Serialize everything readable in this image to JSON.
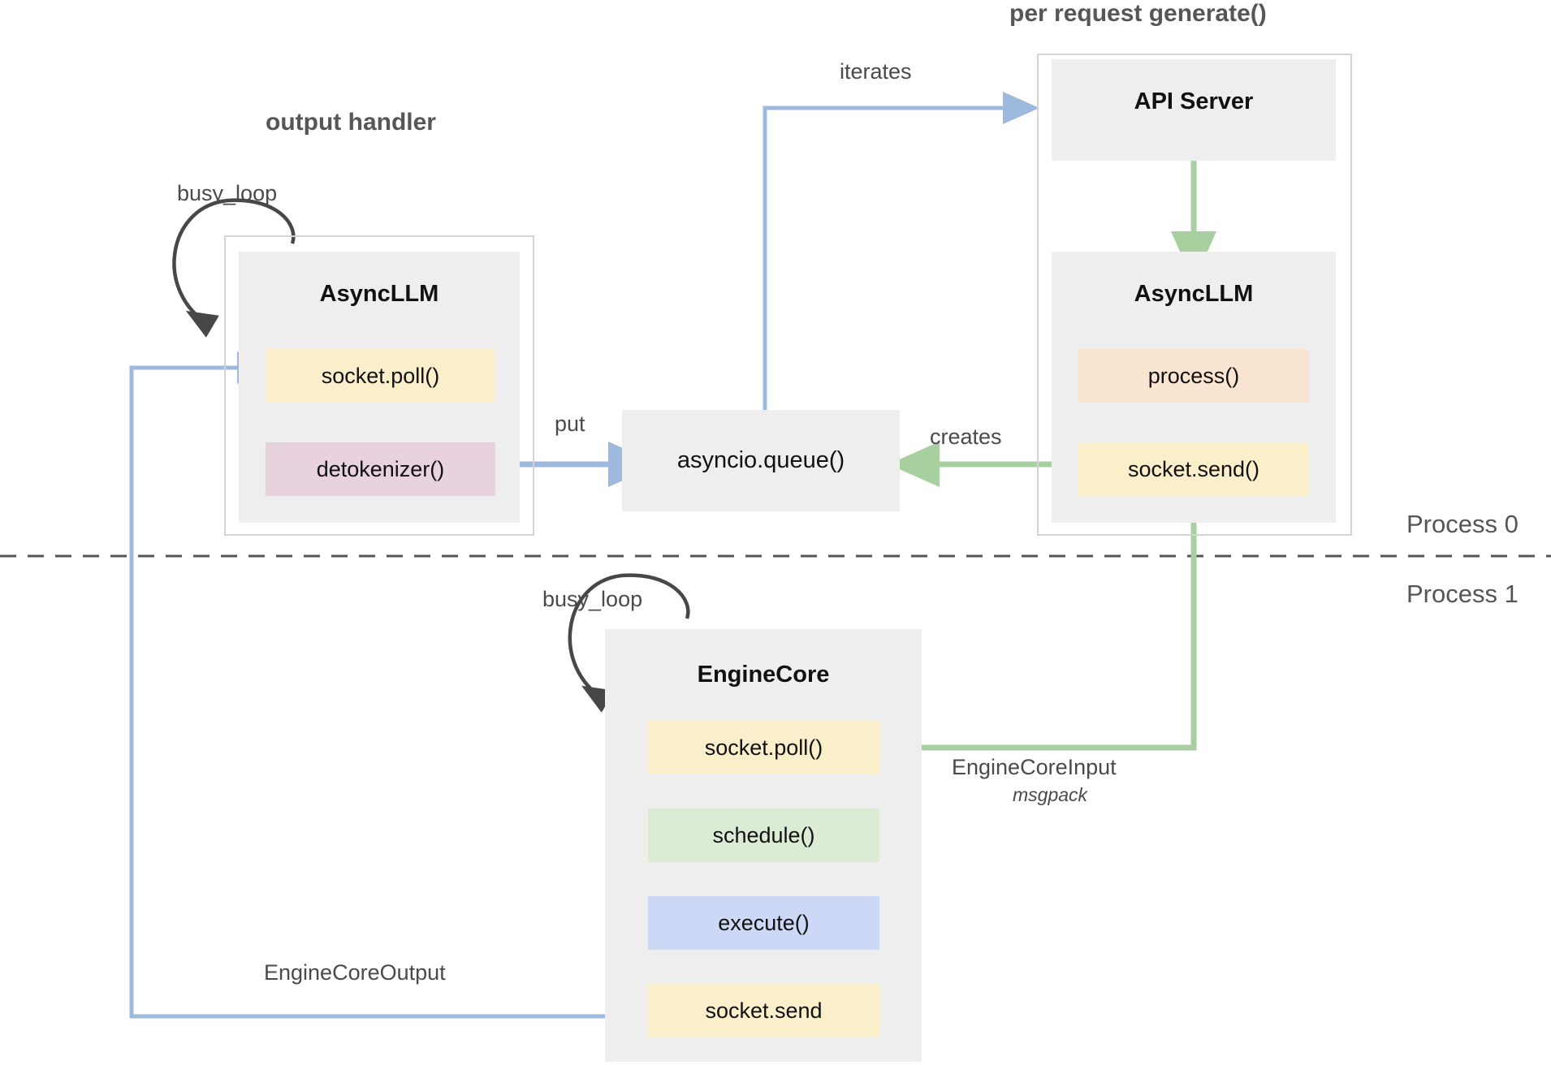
{
  "diagram": {
    "title_groups": {
      "output_handler": "output handler",
      "per_request": "per request generate()"
    },
    "process_labels": {
      "top": "Process 0",
      "bottom": "Process 1"
    },
    "components": {
      "async_llm_left": {
        "title": "AsyncLLM",
        "rows": [
          {
            "label": "socket.poll()",
            "color": "#faeecb"
          },
          {
            "label": "detokenizer()",
            "color": "#e8d2dd"
          }
        ]
      },
      "api_server": {
        "title": "API Server"
      },
      "async_llm_right": {
        "title": "AsyncLLM",
        "rows": [
          {
            "label": "process()",
            "color": "#fae5d3"
          },
          {
            "label": "socket.send()",
            "color": "#faeecb"
          }
        ]
      },
      "queue": {
        "title": "asyncio.queue()"
      },
      "engine_core": {
        "title": "EngineCore",
        "rows": [
          {
            "label": "socket.poll()",
            "color": "#faeecb"
          },
          {
            "label": "schedule()",
            "color": "#dcebd4"
          },
          {
            "label": "execute()",
            "color": "#ccd8f5"
          },
          {
            "label": "socket.send",
            "color": "#faeecb"
          }
        ]
      }
    },
    "edges": {
      "busy_loop_left": "busy_loop",
      "busy_loop_engine": "busy_loop",
      "iterates": "iterates",
      "put": "put",
      "creates": "creates",
      "engine_core_input": "EngineCoreInput",
      "engine_core_input_sub": "msgpack",
      "engine_core_output": "EngineCoreOutput"
    },
    "colors": {
      "blue_arrow": "#9db9dd",
      "green_arrow": "#a8cfa0",
      "black_arrow": "#474747",
      "box_gray": "#eeeeee",
      "frame_gray": "#d3d3d3",
      "divider": "#555555",
      "yellow": "#faeecb",
      "pink": "#e8d2dd",
      "peach": "#fae5d3",
      "green": "#dcebd4",
      "blue": "#ccd8f5"
    }
  }
}
